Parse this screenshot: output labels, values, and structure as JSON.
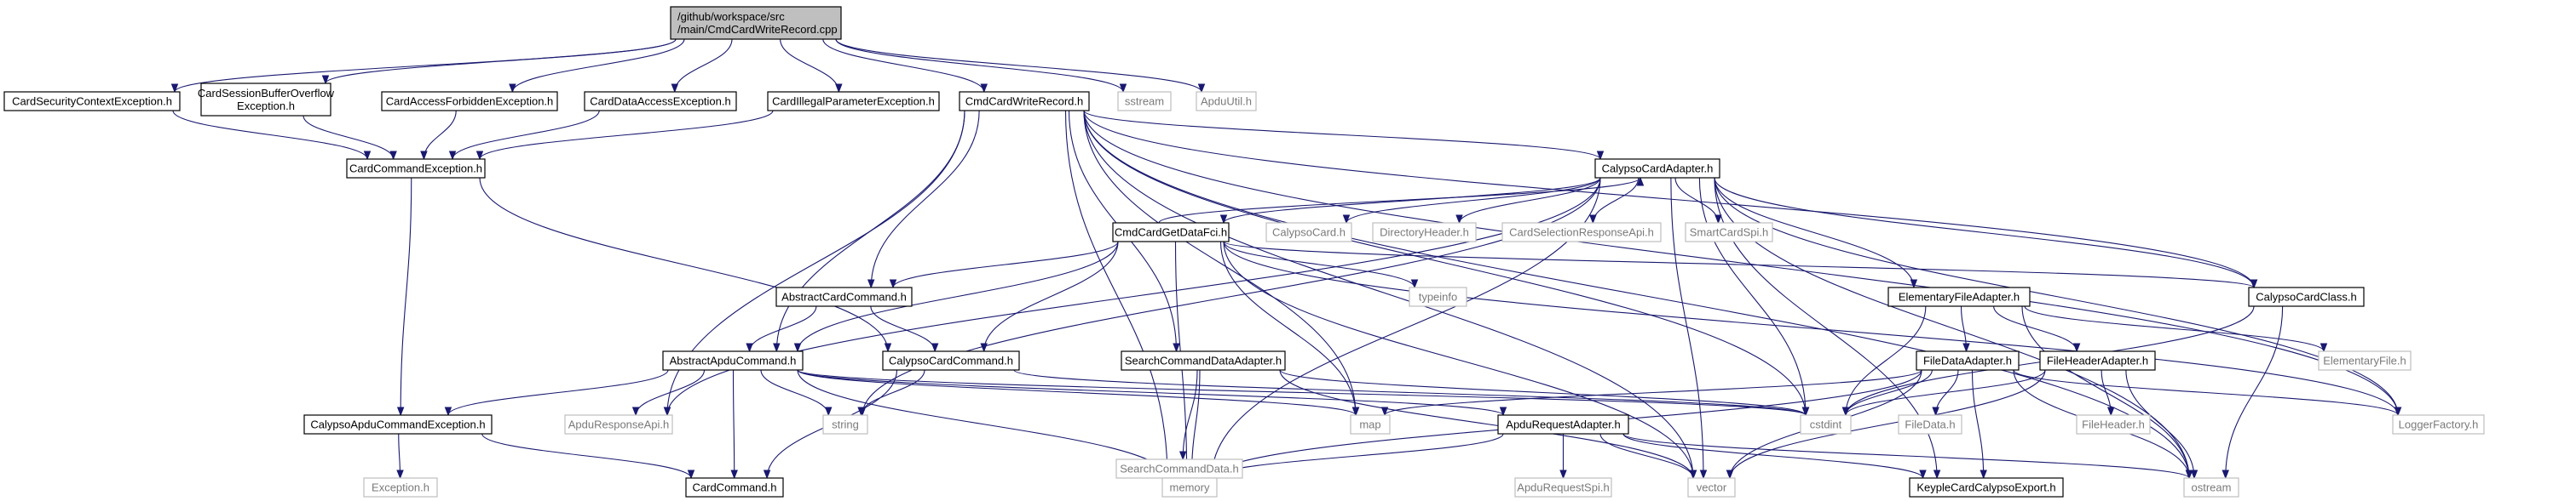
{
  "diagram": {
    "root": "/github/workspace/src/main/CmdCardWriteRecord.cpp",
    "nodes": [
      {
        "id": "root",
        "lines": [
          "/github/workspace/src",
          "/main/CmdCardWriteRecord.cpp"
        ],
        "style": "gray"
      },
      {
        "id": "CardSecurityContextException",
        "lines": [
          "CardSecurityContextException.h"
        ],
        "style": "normal"
      },
      {
        "id": "CardSessionBufferOverflowException",
        "lines": [
          "CardSessionBufferOverflow",
          "Exception.h"
        ],
        "style": "normal"
      },
      {
        "id": "CardAccessForbiddenException",
        "lines": [
          "CardAccessForbiddenException.h"
        ],
        "style": "normal"
      },
      {
        "id": "CardDataAccessException",
        "lines": [
          "CardDataAccessException.h"
        ],
        "style": "normal"
      },
      {
        "id": "CardIllegalParameterException",
        "lines": [
          "CardIllegalParameterException.h"
        ],
        "style": "normal"
      },
      {
        "id": "CmdCardWriteRecord",
        "lines": [
          "CmdCardWriteRecord.h"
        ],
        "style": "normal"
      },
      {
        "id": "sstream",
        "lines": [
          "sstream"
        ],
        "style": "ext"
      },
      {
        "id": "ApduUtil",
        "lines": [
          "ApduUtil.h"
        ],
        "style": "ext"
      },
      {
        "id": "CardCommandException",
        "lines": [
          "CardCommandException.h"
        ],
        "style": "normal"
      },
      {
        "id": "CalypsoCardAdapter",
        "lines": [
          "CalypsoCardAdapter.h"
        ],
        "style": "normal"
      },
      {
        "id": "CmdCardGetDataFci",
        "lines": [
          "CmdCardGetDataFci.h"
        ],
        "style": "normal"
      },
      {
        "id": "CalypsoCard",
        "lines": [
          "CalypsoCard.h"
        ],
        "style": "ext"
      },
      {
        "id": "DirectoryHeader",
        "lines": [
          "DirectoryHeader.h"
        ],
        "style": "ext"
      },
      {
        "id": "CardSelectionResponseApi",
        "lines": [
          "CardSelectionResponseApi.h"
        ],
        "style": "ext"
      },
      {
        "id": "SmartCardSpi",
        "lines": [
          "SmartCardSpi.h"
        ],
        "style": "ext"
      },
      {
        "id": "AbstractCardCommand",
        "lines": [
          "AbstractCardCommand.h"
        ],
        "style": "normal"
      },
      {
        "id": "typeinfo",
        "lines": [
          "typeinfo"
        ],
        "style": "ext"
      },
      {
        "id": "ElementaryFileAdapter",
        "lines": [
          "ElementaryFileAdapter.h"
        ],
        "style": "normal"
      },
      {
        "id": "CalypsoCardClass",
        "lines": [
          "CalypsoCardClass.h"
        ],
        "style": "normal"
      },
      {
        "id": "AbstractApduCommand",
        "lines": [
          "AbstractApduCommand.h"
        ],
        "style": "normal"
      },
      {
        "id": "CalypsoCardCommand",
        "lines": [
          "CalypsoCardCommand.h"
        ],
        "style": "normal"
      },
      {
        "id": "SearchCommandDataAdapter",
        "lines": [
          "SearchCommandDataAdapter.h"
        ],
        "style": "normal"
      },
      {
        "id": "FileDataAdapter",
        "lines": [
          "FileDataAdapter.h"
        ],
        "style": "normal"
      },
      {
        "id": "FileHeaderAdapter",
        "lines": [
          "FileHeaderAdapter.h"
        ],
        "style": "normal"
      },
      {
        "id": "ElementaryFile",
        "lines": [
          "ElementaryFile.h"
        ],
        "style": "ext"
      },
      {
        "id": "CalypsoApduCommandException",
        "lines": [
          "CalypsoApduCommandException.h"
        ],
        "style": "normal"
      },
      {
        "id": "ApduResponseApi",
        "lines": [
          "ApduResponseApi.h"
        ],
        "style": "ext"
      },
      {
        "id": "string",
        "lines": [
          "string"
        ],
        "style": "ext"
      },
      {
        "id": "map",
        "lines": [
          "map"
        ],
        "style": "ext"
      },
      {
        "id": "ApduRequestAdapter",
        "lines": [
          "ApduRequestAdapter.h"
        ],
        "style": "normal"
      },
      {
        "id": "cstdint",
        "lines": [
          "cstdint"
        ],
        "style": "ext"
      },
      {
        "id": "FileData",
        "lines": [
          "FileData.h"
        ],
        "style": "ext"
      },
      {
        "id": "FileHeader",
        "lines": [
          "FileHeader.h"
        ],
        "style": "ext"
      },
      {
        "id": "LoggerFactory",
        "lines": [
          "LoggerFactory.h"
        ],
        "style": "ext"
      },
      {
        "id": "SearchCommandData",
        "lines": [
          "SearchCommandData.h"
        ],
        "style": "ext"
      },
      {
        "id": "Exception",
        "lines": [
          "Exception.h"
        ],
        "style": "ext"
      },
      {
        "id": "CardCommand",
        "lines": [
          "CardCommand.h"
        ],
        "style": "normal"
      },
      {
        "id": "memory",
        "lines": [
          "memory"
        ],
        "style": "ext"
      },
      {
        "id": "ApduRequestSpi",
        "lines": [
          "ApduRequestSpi.h"
        ],
        "style": "ext"
      },
      {
        "id": "vector",
        "lines": [
          "vector"
        ],
        "style": "ext"
      },
      {
        "id": "KeypleCardCalypsoExport",
        "lines": [
          "KeypleCardCalypsoExport.h"
        ],
        "style": "normal"
      },
      {
        "id": "ostream",
        "lines": [
          "ostream"
        ],
        "style": "ext"
      }
    ],
    "edges": [
      [
        "root",
        "CardSecurityContextException"
      ],
      [
        "root",
        "CardSessionBufferOverflowException"
      ],
      [
        "root",
        "CardAccessForbiddenException"
      ],
      [
        "root",
        "CardDataAccessException"
      ],
      [
        "root",
        "CardIllegalParameterException"
      ],
      [
        "root",
        "CmdCardWriteRecord"
      ],
      [
        "root",
        "sstream"
      ],
      [
        "root",
        "ApduUtil"
      ],
      [
        "CardSecurityContextException",
        "CardCommandException"
      ],
      [
        "CardSessionBufferOverflowException",
        "CardCommandException"
      ],
      [
        "CardAccessForbiddenException",
        "CardCommandException"
      ],
      [
        "CardDataAccessException",
        "CardCommandException"
      ],
      [
        "CardIllegalParameterException",
        "CardCommandException"
      ],
      [
        "CardCommandException",
        "CalypsoApduCommandException"
      ],
      [
        "CardCommandException",
        "CalypsoCardCommand"
      ],
      [
        "CmdCardWriteRecord",
        "CalypsoCardAdapter"
      ],
      [
        "CmdCardWriteRecord",
        "AbstractCardCommand"
      ],
      [
        "CmdCardWriteRecord",
        "AbstractApduCommand"
      ],
      [
        "CmdCardWriteRecord",
        "SearchCommandDataAdapter"
      ],
      [
        "CmdCardWriteRecord",
        "ApduResponseApi"
      ],
      [
        "CmdCardWriteRecord",
        "map"
      ],
      [
        "CmdCardWriteRecord",
        "cstdint"
      ],
      [
        "CmdCardWriteRecord",
        "memory"
      ],
      [
        "CmdCardWriteRecord",
        "vector"
      ],
      [
        "CmdCardWriteRecord",
        "CalypsoCardClass"
      ],
      [
        "CmdCardWriteRecord",
        "LoggerFactory"
      ],
      [
        "CmdCardWriteRecord",
        "ostream"
      ],
      [
        "CalypsoCardAdapter",
        "CmdCardGetDataFci"
      ],
      [
        "CalypsoCardAdapter",
        "CalypsoCard"
      ],
      [
        "CalypsoCardAdapter",
        "DirectoryHeader"
      ],
      [
        "CalypsoCardAdapter",
        "CardSelectionResponseApi"
      ],
      [
        "CalypsoCardAdapter",
        "SmartCardSpi"
      ],
      [
        "CalypsoCardAdapter",
        "ElementaryFileAdapter"
      ],
      [
        "CalypsoCardAdapter",
        "CalypsoCardClass"
      ],
      [
        "CalypsoCardAdapter",
        "ApduResponseApi"
      ],
      [
        "CalypsoCardAdapter",
        "string"
      ],
      [
        "CalypsoCardAdapter",
        "cstdint"
      ],
      [
        "CalypsoCardAdapter",
        "vector"
      ],
      [
        "CalypsoCardAdapter",
        "memory"
      ],
      [
        "CalypsoCardAdapter",
        "LoggerFactory"
      ],
      [
        "CalypsoCardAdapter",
        "KeypleCardCalypsoExport"
      ],
      [
        "CalypsoCardAdapter",
        "ostream"
      ],
      [
        "CmdCardGetDataFci",
        "CalypsoCardAdapter"
      ],
      [
        "CmdCardGetDataFci",
        "AbstractCardCommand"
      ],
      [
        "CmdCardGetDataFci",
        "typeinfo"
      ],
      [
        "CmdCardGetDataFci",
        "CalypsoCardClass"
      ],
      [
        "CmdCardGetDataFci",
        "AbstractApduCommand"
      ],
      [
        "CmdCardGetDataFci",
        "CalypsoCardCommand"
      ],
      [
        "CmdCardGetDataFci",
        "map"
      ],
      [
        "CmdCardGetDataFci",
        "vector"
      ],
      [
        "CmdCardGetDataFci",
        "memory"
      ],
      [
        "CmdCardGetDataFci",
        "LoggerFactory"
      ],
      [
        "AbstractCardCommand",
        "AbstractApduCommand"
      ],
      [
        "AbstractCardCommand",
        "CalypsoCardCommand"
      ],
      [
        "AbstractApduCommand",
        "CalypsoApduCommandException"
      ],
      [
        "AbstractApduCommand",
        "ApduResponseApi"
      ],
      [
        "AbstractApduCommand",
        "string"
      ],
      [
        "AbstractApduCommand",
        "map"
      ],
      [
        "AbstractApduCommand",
        "ApduRequestAdapter"
      ],
      [
        "AbstractApduCommand",
        "cstdint"
      ],
      [
        "AbstractApduCommand",
        "CardCommand"
      ],
      [
        "AbstractApduCommand",
        "memory"
      ],
      [
        "CalypsoCardCommand",
        "string"
      ],
      [
        "CalypsoCardCommand",
        "cstdint"
      ],
      [
        "CalypsoCardCommand",
        "CardCommand"
      ],
      [
        "CalypsoApduCommandException",
        "Exception"
      ],
      [
        "CalypsoApduCommandException",
        "CardCommand"
      ],
      [
        "SearchCommandDataAdapter",
        "SearchCommandData"
      ],
      [
        "SearchCommandDataAdapter",
        "cstdint"
      ],
      [
        "SearchCommandDataAdapter",
        "memory"
      ],
      [
        "SearchCommandDataAdapter",
        "vector"
      ],
      [
        "ElementaryFileAdapter",
        "FileDataAdapter"
      ],
      [
        "ElementaryFileAdapter",
        "FileHeaderAdapter"
      ],
      [
        "ElementaryFileAdapter",
        "ElementaryFile"
      ],
      [
        "ElementaryFileAdapter",
        "cstdint"
      ],
      [
        "ElementaryFileAdapter",
        "ostream"
      ],
      [
        "FileDataAdapter",
        "map"
      ],
      [
        "FileDataAdapter",
        "cstdint"
      ],
      [
        "FileDataAdapter",
        "FileData"
      ],
      [
        "FileDataAdapter",
        "memory"
      ],
      [
        "FileDataAdapter",
        "vector"
      ],
      [
        "FileDataAdapter",
        "KeypleCardCalypsoExport"
      ],
      [
        "FileDataAdapter",
        "ostream"
      ],
      [
        "FileDataAdapter",
        "LoggerFactory"
      ],
      [
        "FileHeaderAdapter",
        "FileHeader"
      ],
      [
        "FileHeaderAdapter",
        "cstdint"
      ],
      [
        "FileHeaderAdapter",
        "vector"
      ],
      [
        "FileHeaderAdapter",
        "ostream"
      ],
      [
        "CalypsoCardClass",
        "cstdint"
      ],
      [
        "CalypsoCardClass",
        "ostream"
      ],
      [
        "ApduRequestAdapter",
        "ApduRequestSpi"
      ],
      [
        "ApduRequestAdapter",
        "vector"
      ],
      [
        "ApduRequestAdapter",
        "memory"
      ],
      [
        "ApduRequestAdapter",
        "ostream"
      ],
      [
        "ApduRequestAdapter",
        "KeypleCardCalypsoExport"
      ]
    ]
  }
}
